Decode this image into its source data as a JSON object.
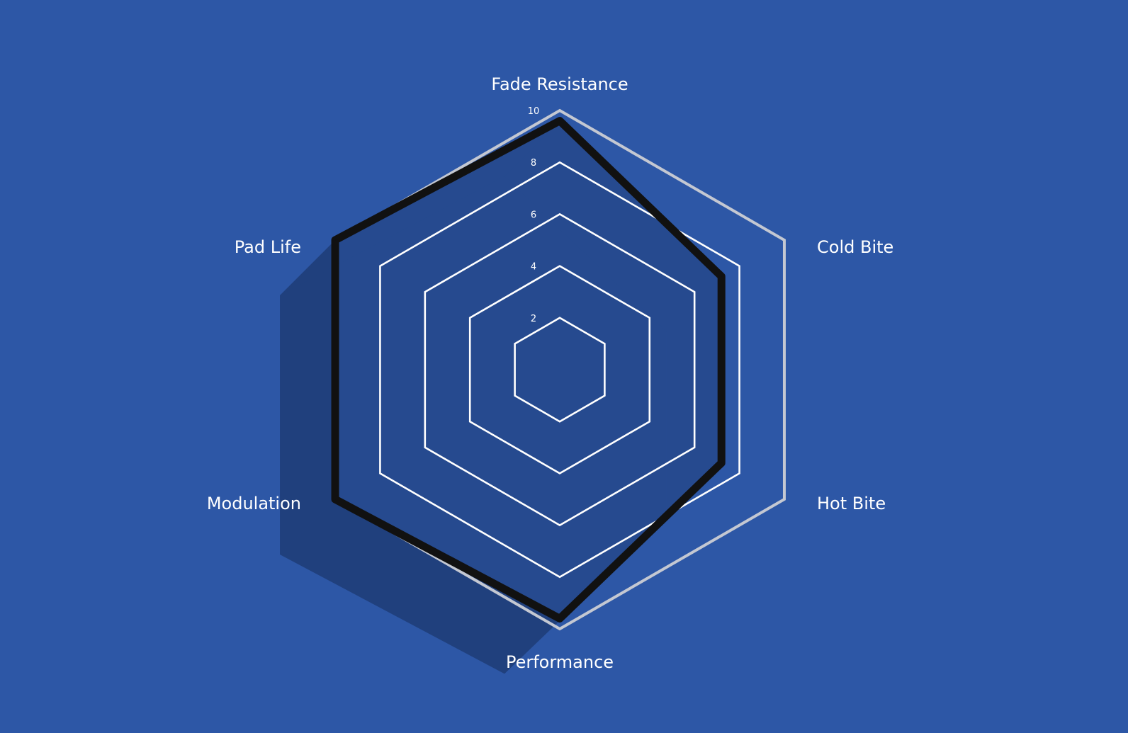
{
  "chart_data": {
    "type": "radar",
    "axes": [
      "Fade Resistance",
      "Cold Bite",
      "Hot Bite",
      "Performance",
      "Modulation",
      "Pad Life"
    ],
    "rmin": 0,
    "rmax": 10,
    "ticks": [
      "2",
      "4",
      "6",
      "8",
      "10"
    ],
    "tick_values": [
      2,
      4,
      6,
      8,
      10
    ],
    "series": [
      {
        "values": [
          9.6,
          7.2,
          7.2,
          9.6,
          10.0,
          10.0
        ]
      }
    ],
    "colors": {
      "background": "#2d57a6",
      "grid": "#ffffff",
      "outer_grid": "#c4c8d2",
      "series_stroke": "#111111",
      "shadow": "#0e1f3e"
    }
  }
}
